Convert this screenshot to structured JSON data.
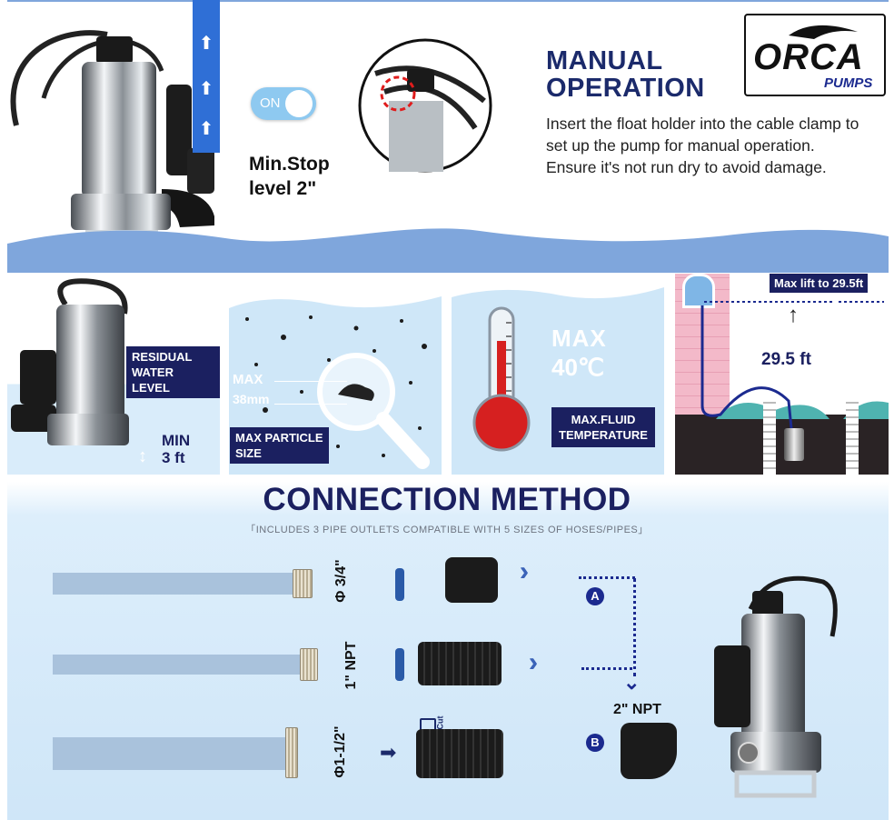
{
  "manual": {
    "title_line1": "MANUAL",
    "title_line2": "OPERATION",
    "description": "Insert the float holder into the cable clamp to set up the pump for manual operation. Ensure it's not run dry to avoid damage.",
    "toggle_label": "ON",
    "min_stop_line1": "Min.Stop",
    "min_stop_line2": "level 2\""
  },
  "logo": {
    "brand": "ORCA",
    "sub": "PUMPS"
  },
  "features": {
    "residual_line1": "RESIDUAL",
    "residual_line2": "WATER LEVEL",
    "residual_min_line1": "MIN",
    "residual_min_line2": "3 ft",
    "particle_max": "MAX",
    "particle_size": "38mm",
    "particle_tag_line1": "MAX PARTICLE",
    "particle_tag_line2": "SIZE",
    "temp_max": "MAX",
    "temp_value": "40℃",
    "temp_tag_line1": "MAX.FLUID",
    "temp_tag_line2": "TEMPERATURE",
    "lift_tag": "Max lift to 29.5ft",
    "lift_value": "29.5 ft"
  },
  "connection": {
    "title": "CONNECTION METHOD",
    "subtitle": "「INCLUDES 3 PIPE OUTLETS COMPATIBLE WITH 5 SIZES OF HOSES/PIPES」",
    "sizes": [
      "Φ 3/4\"",
      "1\" NPT",
      "Φ1-1/2\""
    ],
    "cut_label": "Cut",
    "badge_a": "A",
    "badge_b": "B",
    "outlet_label": "2\" NPT"
  },
  "colors": {
    "navy": "#1b2a6b",
    "water": "#7fa6dc",
    "pale_blue": "#dceefa"
  },
  "icons": [
    "up-arrow-icon",
    "toggle-switch-icon",
    "thermometer-icon",
    "magnifier-icon",
    "chevron-right-icon",
    "arrow-right-icon"
  ]
}
